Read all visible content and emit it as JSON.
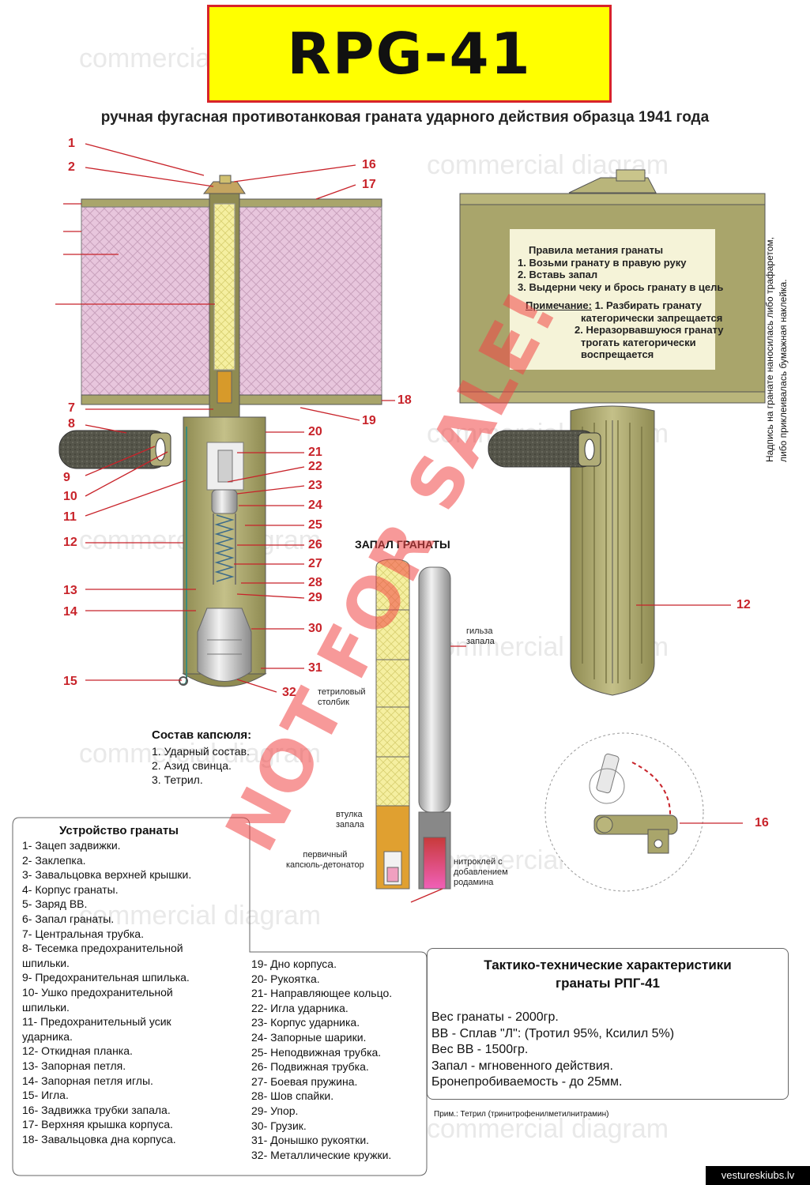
{
  "title": "RPG-41",
  "subtitle": "ручная фугасная противотанковая граната ударного действия образца 1941 года",
  "watermark_text": "commercial diagram",
  "stamp_text": "NOT FOR SALE!",
  "site": "vestureskiubs.lv",
  "callouts": {
    "left": [
      "1",
      "2",
      "7",
      "8",
      "9",
      "10",
      "11",
      "12",
      "13",
      "14",
      "15"
    ],
    "right": [
      "16",
      "17",
      "18",
      "19",
      "20",
      "21",
      "22",
      "23",
      "24",
      "25",
      "26",
      "27",
      "28",
      "29",
      "30",
      "31",
      "32"
    ],
    "right_view": [
      "12",
      "16"
    ]
  },
  "fuse": {
    "heading": "ЗАПАЛ ГРАНАТЫ",
    "gilza": "гильза\nзапала",
    "tetril": "тетриловый\nстолбик",
    "vtulka": "втулка\nзапала",
    "kapsul": "первичный\nкапсюль-детонатор",
    "nitro": "нитроклей с\nдобавлением\nродамина"
  },
  "capsule": {
    "title": "Состав капсюля:",
    "items": [
      "1. Ударный состав.",
      "2. Азид свинца.",
      "3. Тетрил."
    ]
  },
  "instructions": {
    "title": "Правила метания гранаты",
    "items": [
      "1. Возьми гранату в правую руку",
      "2. Вставь запал",
      "3. Выдерни чеку и брось гранату в цель"
    ],
    "note_label": "Примечание:",
    "note_1": " 1. Разбирать гранату",
    "note_1b": "категорически запрещается",
    "note_2": "2. Неразорвавшуюся гранату",
    "note_2b": "трогать категорически",
    "note_2c": "воспрещается"
  },
  "side_note": [
    "Надпись на гранате наносилась либо трафаретом,",
    "либо приклеивалась бумажная наклейка."
  ],
  "device": {
    "title": "Устройство гранаты",
    "col1": [
      "1- Зацеп задвижки.",
      "2- Заклепка.",
      "3- Завальцовка верхней крышки.",
      "4- Корпус гранаты.",
      "5- Заряд ВВ.",
      "6- Запал гранаты.",
      "7- Центральная трубка.",
      "8- Тесемка предохранительной",
      "шпильки.",
      "9- Предохранительная шпилька.",
      "10- Ушко предохранительной",
      "шпильки.",
      "11- Предохранительный усик",
      "ударника.",
      "12- Откидная планка.",
      "13- Запорная петля.",
      "14- Запорная петля иглы.",
      "15- Игла.",
      "16- Задвижка трубки запала.",
      "17- Верхняя крышка корпуса.",
      "18- Завальцовка дна корпуса."
    ],
    "col2": [
      "19- Дно корпуса.",
      "20- Рукоятка.",
      "21- Направляющее кольцо.",
      "22- Игла ударника.",
      "23- Корпус ударника.",
      "24- Запорные шарики.",
      "25- Неподвижная трубка.",
      "26- Подвижная трубка.",
      "27- Боевая пружина.",
      "28- Шов спайки.",
      "29- Упор.",
      "30- Грузик.",
      "31- Донышко рукоятки.",
      "32- Металлические кружки."
    ]
  },
  "tth": {
    "title_1": "Тактико-технические характеристики",
    "title_2": "гранаты РПГ-41",
    "items": [
      "Вес гранаты - 2000гр.",
      "ВВ - Сплав \"Л\": (Тротил 95%, Ксилил 5%)",
      "Вес ВВ - 1500гр.",
      "Запал - мгновенного действия.",
      "Бронепробиваемость - до 25мм."
    ],
    "note": "Прим.: Тетрил (тринитрофенилметилнитрамин)"
  },
  "colors": {
    "red": "#c8232a",
    "olive": "#a9a56b",
    "yellow": "#ffff00",
    "charge": "#e8c6dd"
  }
}
